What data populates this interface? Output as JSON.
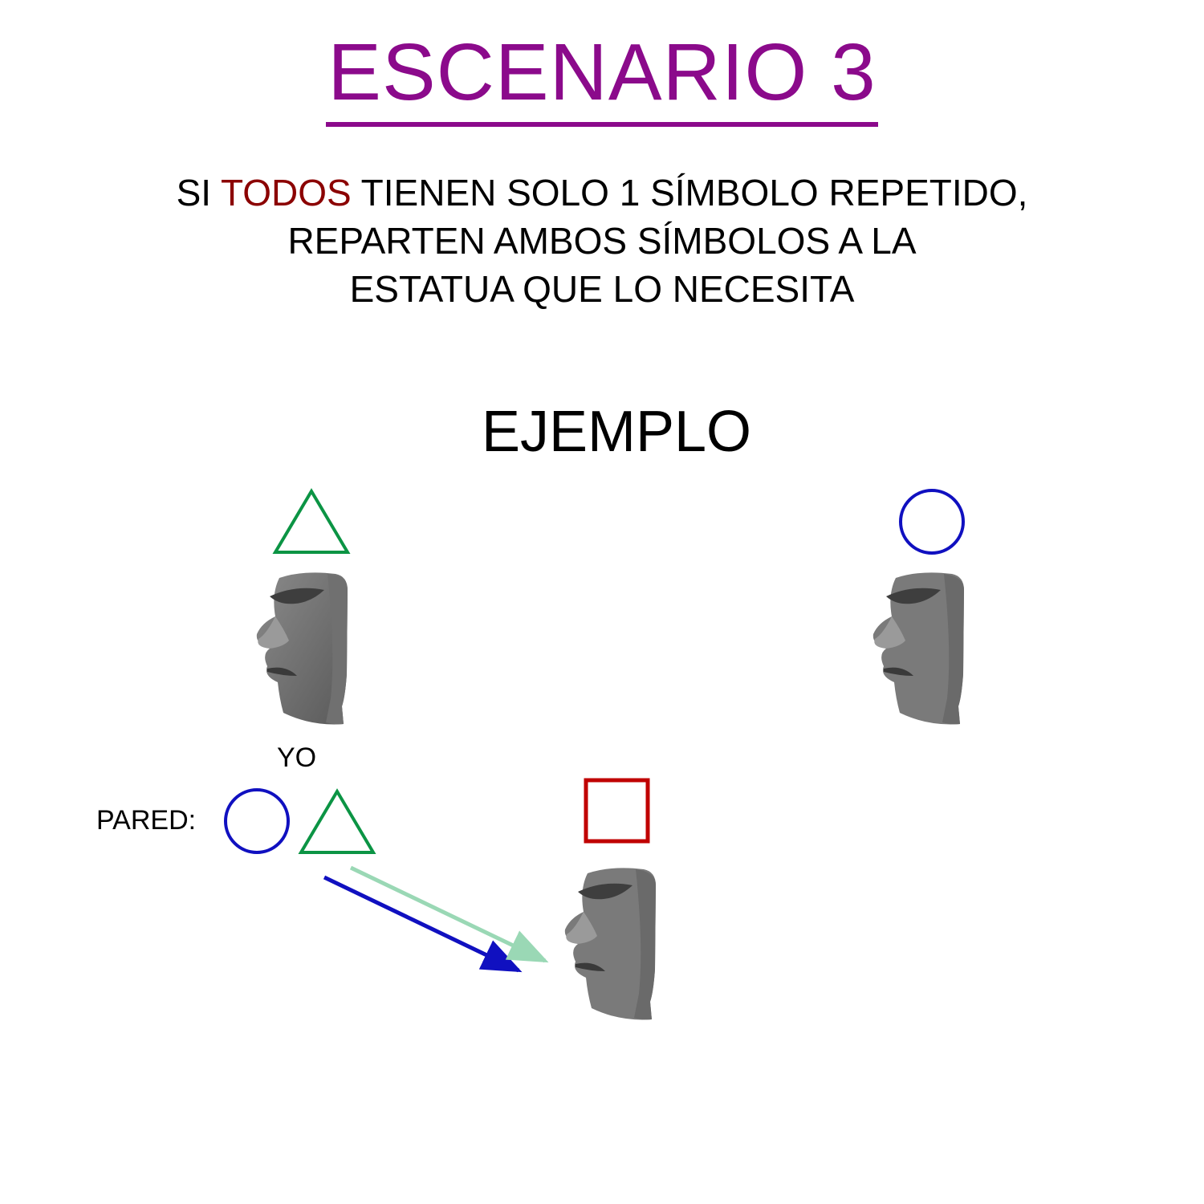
{
  "title": "ESCENARIO 3",
  "rule": {
    "line1_prefix": "SI ",
    "line1_highlight": "TODOS",
    "line1_suffix": " TIENEN SOLO 1 SÍMBOLO REPETIDO,",
    "line2": "REPARTEN AMBOS SÍMBOLOS A LA",
    "line3": "ESTATUA QUE LO NECESITA"
  },
  "example_label": "EJEMPLO",
  "statues": [
    {
      "id": "yo",
      "symbol": "triangle",
      "label": "YO"
    },
    {
      "id": "right",
      "symbol": "circle"
    },
    {
      "id": "bottom",
      "symbol": "square"
    }
  ],
  "wall": {
    "label": "PARED:",
    "symbols": [
      "circle",
      "triangle"
    ]
  },
  "arrows": [
    {
      "from": "wall-circle",
      "to": "bottom-statue",
      "color": "#1010c0"
    },
    {
      "from": "wall-triangle",
      "to": "bottom-statue",
      "color": "#9ad8b5"
    }
  ],
  "icons": [
    "moai-statue-icon",
    "triangle-icon",
    "circle-icon",
    "square-icon",
    "arrow-icon"
  ],
  "colors": {
    "title": "#8b0a8b",
    "highlight": "#8b0000",
    "text": "#000000",
    "triangle": "#0b9444",
    "circle": "#1010c0",
    "square": "#c00000",
    "arrow_circle": "#1010c0",
    "arrow_triangle": "#9ad8b5"
  }
}
